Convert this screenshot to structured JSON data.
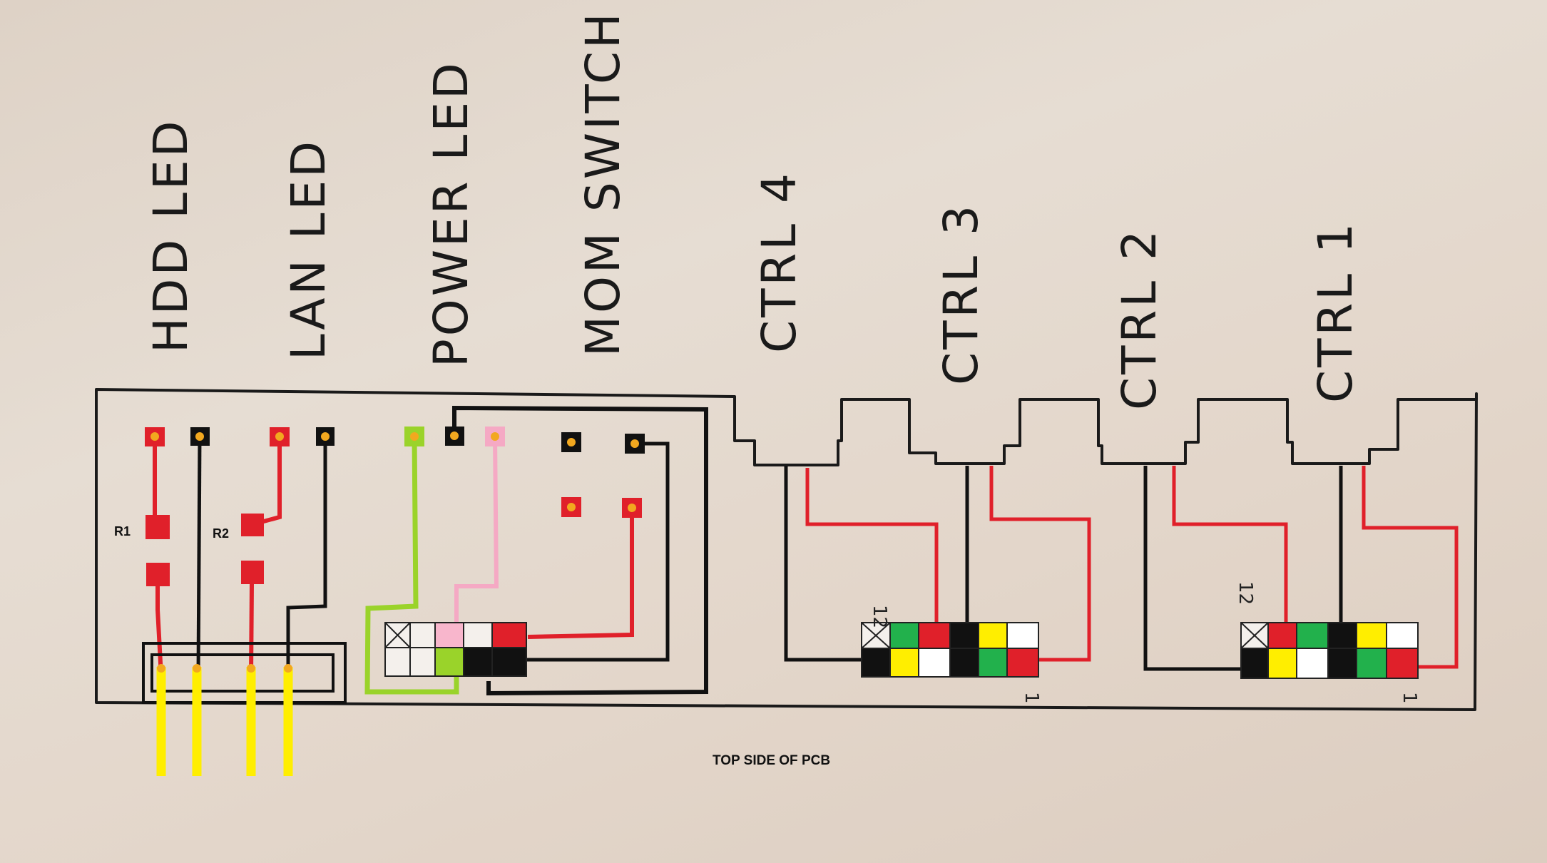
{
  "labels": {
    "hdd_led": "HDD LED",
    "lan_led": "LAN LED",
    "power_led": "POWER LED",
    "mom_switch": "MOM SWITCH",
    "ctrl4": "CTRL 4",
    "ctrl3": "CTRL 3",
    "ctrl2": "CTRL 2",
    "ctrl1": "CTRL 1"
  },
  "resistors": {
    "r1": "R1",
    "r2": "R2"
  },
  "pin_numbers": {
    "left_twelve": "12",
    "left_one": "1",
    "right_twelve": "12",
    "right_one": "1"
  },
  "caption": "TOP SIDE OF PCB",
  "colors": {
    "board": "#1a1a1a",
    "red": "#e0202a",
    "black": "#111111",
    "green_lime": "#9ad32a",
    "pink": "#f5a9c4",
    "yellow": "#ffee00",
    "green": "#22b14c",
    "white": "#ffffff",
    "pad_center": "#f2a81f"
  },
  "connector_left_rows": {
    "top": [
      "x",
      "green",
      "red",
      "black",
      "yellow",
      "white"
    ],
    "bottom": [
      "black",
      "yellow",
      "white",
      "black",
      "green",
      "red"
    ]
  },
  "connector_right_rows": {
    "top": [
      "x",
      "red",
      "green",
      "black",
      "yellow",
      "white"
    ],
    "bottom": [
      "black",
      "yellow",
      "white",
      "black",
      "green",
      "red"
    ]
  }
}
